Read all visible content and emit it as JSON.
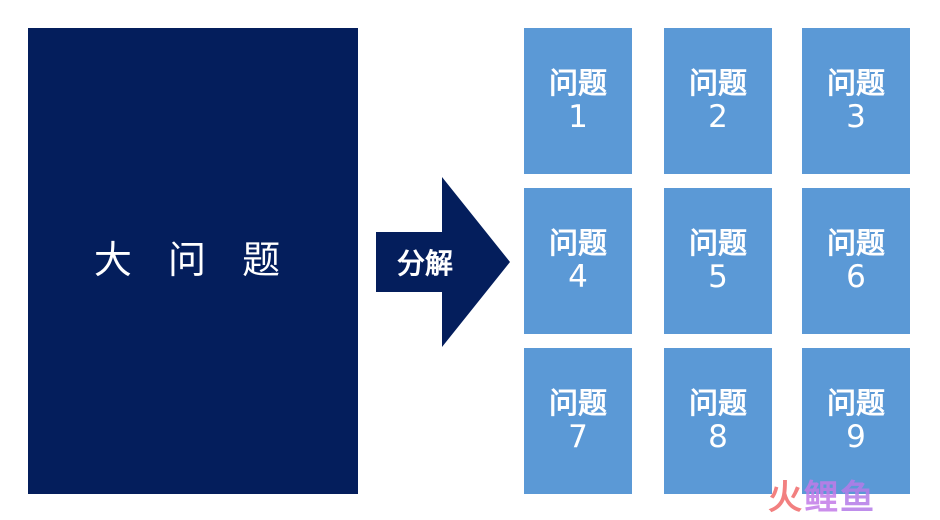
{
  "diagram": {
    "big_problem_label": "大 问 题",
    "arrow_label": "分解",
    "tiles": [
      {
        "text": "问题",
        "num": "1"
      },
      {
        "text": "问题",
        "num": "2"
      },
      {
        "text": "问题",
        "num": "3"
      },
      {
        "text": "问题",
        "num": "4"
      },
      {
        "text": "问题",
        "num": "5"
      },
      {
        "text": "问题",
        "num": "6"
      },
      {
        "text": "问题",
        "num": "7"
      },
      {
        "text": "问题",
        "num": "8"
      },
      {
        "text": "问题",
        "num": "9"
      }
    ]
  },
  "colors": {
    "big_box": "#041e5c",
    "arrow": "#041e5c",
    "tile": "#5b99d6",
    "text": "#ffffff"
  },
  "watermark": {
    "chars": [
      "火",
      "鲤",
      "鱼"
    ]
  }
}
